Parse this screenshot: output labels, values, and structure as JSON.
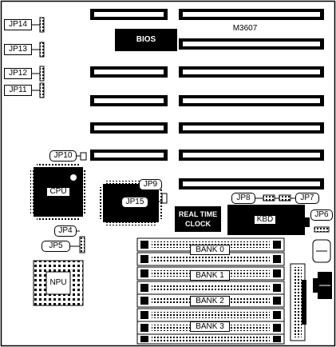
{
  "board": {
    "model": "M3607",
    "bios": "BIOS",
    "cpu": "CPU",
    "npu": "NPU",
    "rtc_line1": "REAL TIME",
    "rtc_line2": "CLOCK",
    "kbd": "KBD"
  },
  "jumpers": {
    "jp14": "JP14",
    "jp13": "JP13",
    "jp12": "JP12",
    "jp11": "JP11",
    "jp10": "JP10",
    "jp9": "JP9",
    "jp15": "JP15",
    "jp8": "JP8",
    "jp7": "JP7",
    "jp6": "JP6",
    "jp4": "JP4",
    "jp5": "JP5"
  },
  "memory_banks": [
    "BANK 0",
    "BANK 1",
    "BANK 2",
    "BANK 3"
  ]
}
